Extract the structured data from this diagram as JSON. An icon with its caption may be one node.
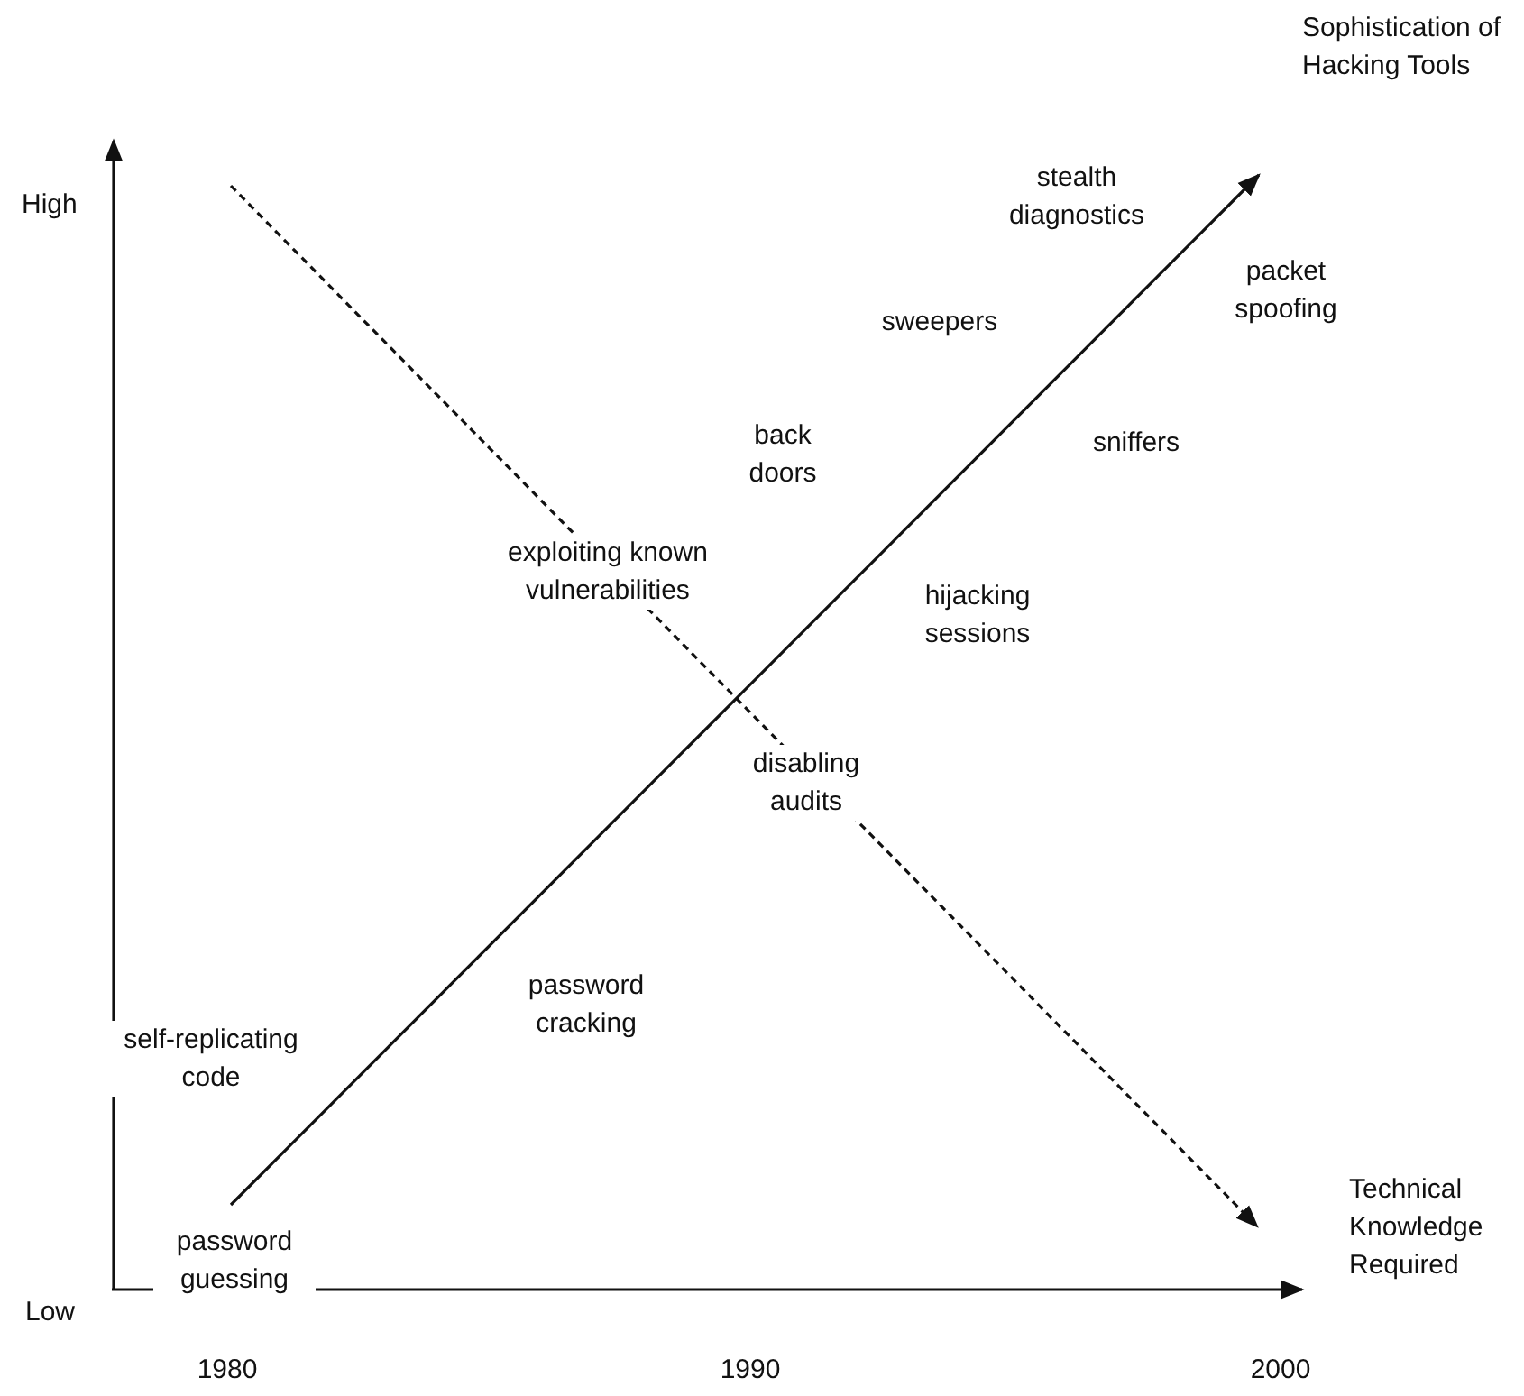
{
  "diagram": {
    "labels": [
      "Sophistication of Hacking Tools",
      "High",
      "stealth diagnostics",
      "packet spoofing",
      "sweepers",
      "back doors",
      "sniffers",
      "exploiting known vulnerabilities",
      "hijacking sessions",
      "disabling audits",
      "password cracking",
      "self-replicating code",
      "Technical Knowledge Required",
      "password guessing",
      "Low",
      "1980",
      "1990",
      "2000"
    ]
  }
}
